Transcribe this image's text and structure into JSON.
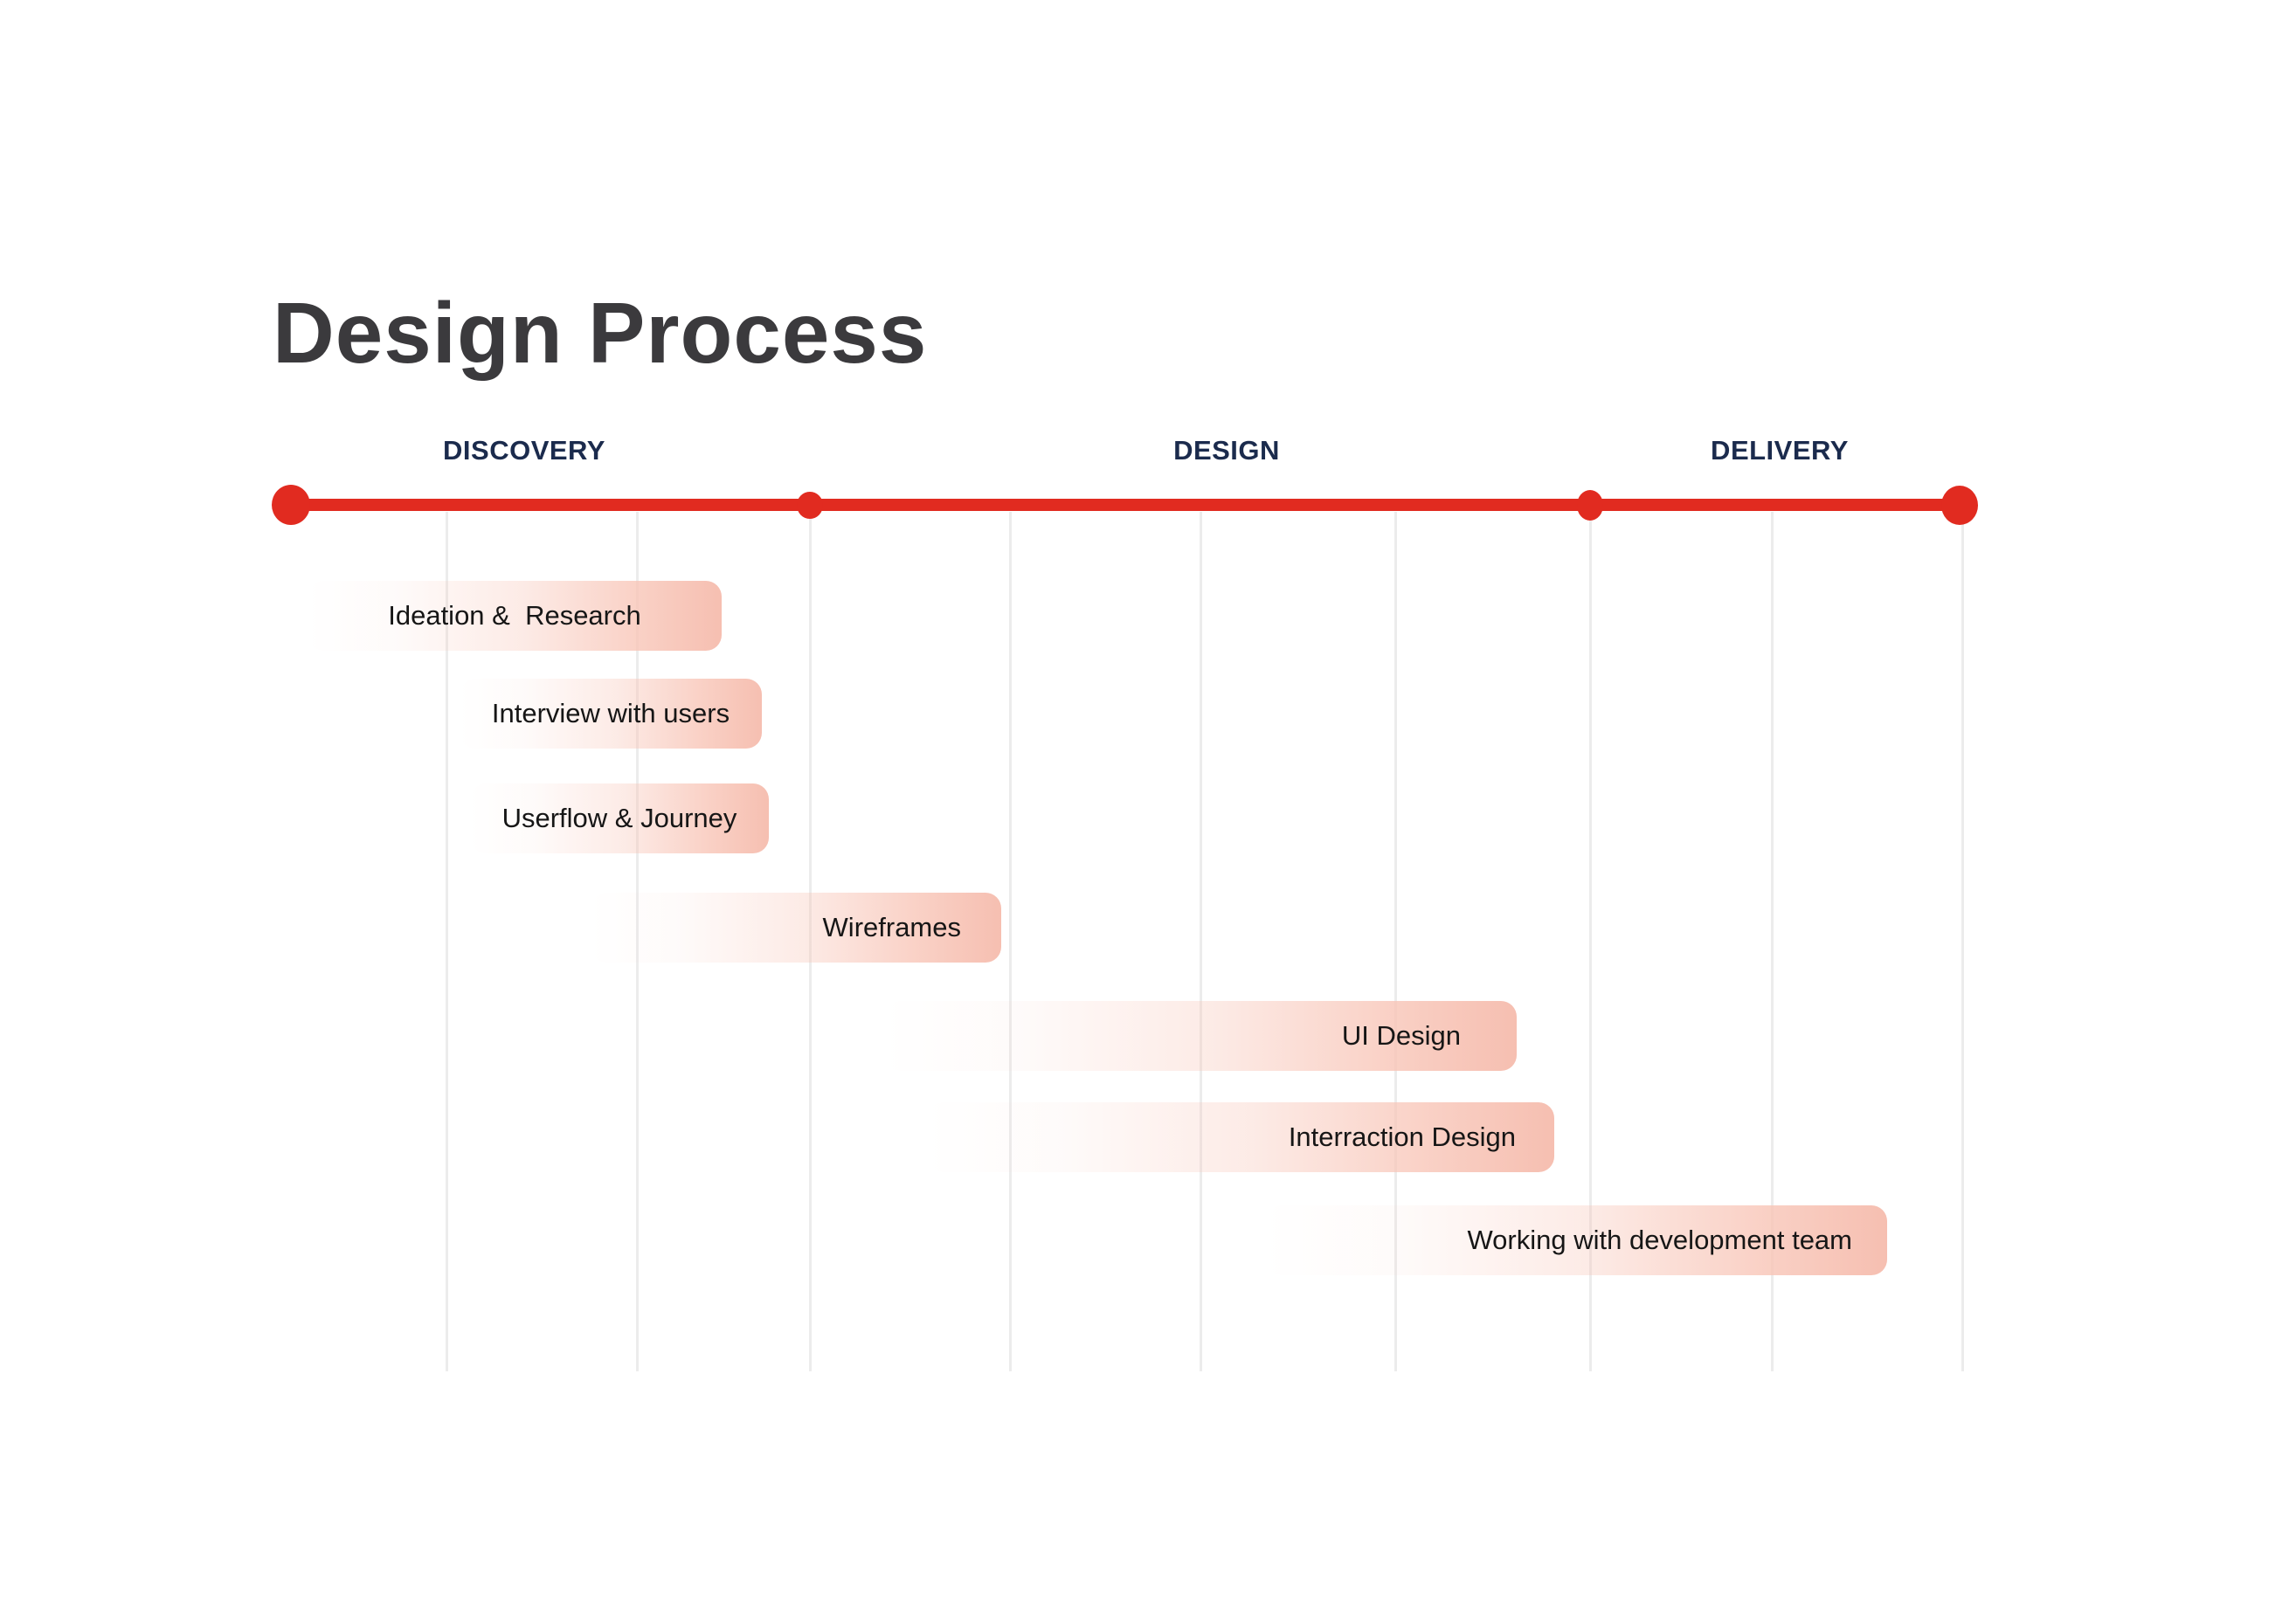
{
  "title": "Design Process",
  "phases": [
    {
      "label": "DISCOVERY"
    },
    {
      "label": "DESIGN"
    },
    {
      "label": "DELIVERY"
    }
  ],
  "tasks": [
    {
      "label": "Ideation &  Research",
      "phase": "DISCOVERY"
    },
    {
      "label": "Interview with users",
      "phase": "DISCOVERY"
    },
    {
      "label": "Userflow & Journey",
      "phase": "DISCOVERY"
    },
    {
      "label": "Wireframes",
      "phase": "DISCOVERY"
    },
    {
      "label": "UI Design",
      "phase": "DESIGN"
    },
    {
      "label": "Interraction Design",
      "phase": "DESIGN"
    },
    {
      "label": "Working with development team",
      "phase": "DELIVERY"
    }
  ],
  "colors": {
    "timeline_red": "#e12b20",
    "phase_text": "#1b2b4d",
    "title_text": "#3b3a3d",
    "bar_fill": "#f8c5b7",
    "grid_line": "#ececec",
    "task_text": "#161616"
  }
}
